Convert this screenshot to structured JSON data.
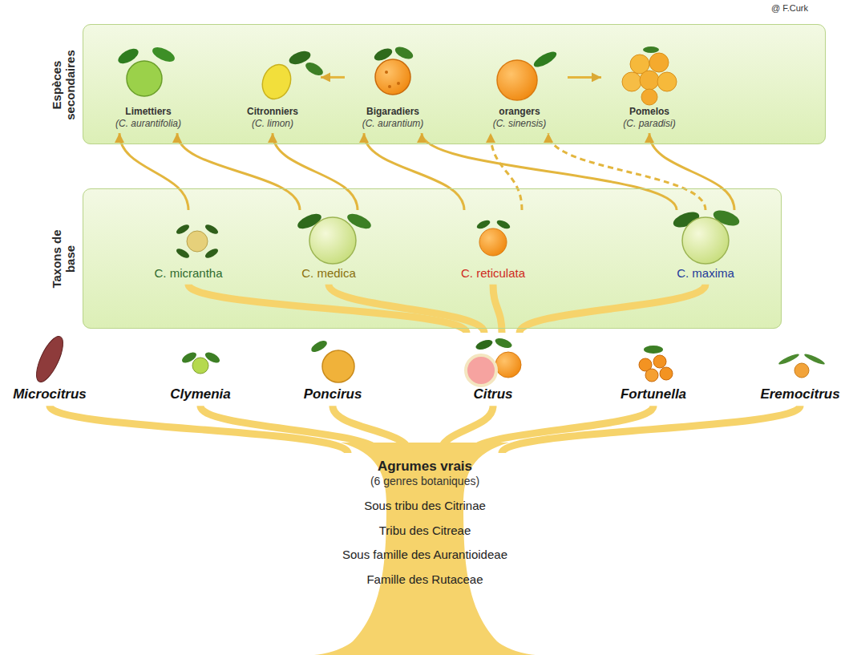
{
  "diagram": {
    "nodes": [
      {
        "text": [
          "Espèces secondaires"
        ]
      },
      {
        "text": [
          "Limettiers",
          "(C. aurantifolia)"
        ],
        "in": 0
      },
      {
        "text": [
          "Citronniers",
          "(C. limon)"
        ],
        "in": 0
      },
      {
        "text": [
          "Bigaradiers",
          "(C. aurantium)"
        ],
        "in": 0
      },
      {
        "text": [
          "orangers",
          "(C. sinensis)"
        ],
        "in": 0
      },
      {
        "text": [
          "Pomelos",
          "(C. paradisi)"
        ],
        "in": 0
      },
      {
        "text": [
          "Taxons de base"
        ]
      },
      {
        "text": [
          "C. micrantha"
        ],
        "in": 6
      },
      {
        "text": [
          "C. medica"
        ],
        "in": 6
      },
      {
        "text": [
          "C. reticulata"
        ],
        "in": 6
      },
      {
        "text": [
          "C. maxima"
        ],
        "in": 6
      },
      {
        "text": [
          "Microcitrus"
        ]
      },
      {
        "text": [
          "Clymenia"
        ]
      },
      {
        "text": [
          "Poncirus"
        ]
      },
      {
        "text": [
          "Citrus"
        ]
      },
      {
        "text": [
          "Fortunella"
        ]
      },
      {
        "text": [
          "Eremocitrus"
        ]
      },
      {
        "text": [
          "Agrumes vrais",
          "(6 genres botaniques)",
          "Sous tribu des Citrinae",
          "Tribu des Citreae",
          "Sous famille des Aurantioideae",
          "Famille des Rutaceae"
        ]
      }
    ],
    "edges": [
      {
        "from": 7,
        "to": 1,
        "arrow": "to"
      },
      {
        "from": 8,
        "to": 1,
        "arrow": "to"
      },
      {
        "from": 8,
        "to": 2,
        "arrow": "to"
      },
      {
        "from": 3,
        "to": 2,
        "arrow": "to"
      },
      {
        "from": 9,
        "to": 3,
        "arrow": "to"
      },
      {
        "from": 10,
        "to": 3,
        "arrow": "to"
      },
      {
        "from": 9,
        "to": 4,
        "arrow": "to"
      },
      {
        "from": 10,
        "to": 4,
        "arrow": "to"
      },
      {
        "from": 4,
        "to": 5,
        "arrow": "to"
      },
      {
        "from": 10,
        "to": 5,
        "arrow": "to"
      },
      {
        "from": 14,
        "to": 7,
        "arrow": "none"
      },
      {
        "from": 14,
        "to": 8,
        "arrow": "none"
      },
      {
        "from": 14,
        "to": 9,
        "arrow": "none"
      },
      {
        "from": 14,
        "to": 10,
        "arrow": "none"
      },
      {
        "from": 17,
        "to": 11,
        "arrow": "none"
      },
      {
        "from": 17,
        "to": 12,
        "arrow": "none"
      },
      {
        "from": 17,
        "to": 13,
        "arrow": "none"
      },
      {
        "from": 17,
        "to": 14,
        "arrow": "none"
      },
      {
        "from": 17,
        "to": 15,
        "arrow": "none"
      },
      {
        "from": 17,
        "to": 16,
        "arrow": "none"
      }
    ],
    "labels": [
      "@ F.Curk"
    ]
  }
}
